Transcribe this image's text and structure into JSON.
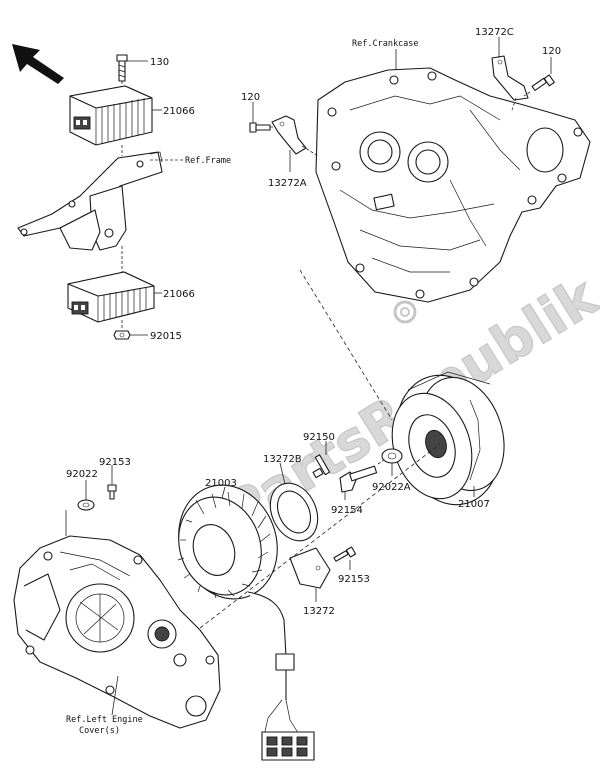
{
  "watermark": "PartsRepublik",
  "refs": {
    "crankcase": "Ref.Crankcase",
    "frame": "Ref.Frame",
    "engine_cover_line1": "Ref.Left Engine",
    "engine_cover_line2": "Cover(s)"
  },
  "labels": {
    "p130": "130",
    "p21066_top": "21066",
    "p21066_bottom": "21066",
    "p92015": "92015",
    "p120_left": "120",
    "p13272A": "13272A",
    "p13272C": "13272C",
    "p120_right": "120",
    "p92150": "92150",
    "p13272B": "13272B",
    "p21003": "21003",
    "p92153_top": "92153",
    "p92022": "92022",
    "p92154": "92154",
    "p92022A": "92022A",
    "p21007": "21007",
    "p92153_bottom": "92153",
    "p13272": "13272"
  }
}
